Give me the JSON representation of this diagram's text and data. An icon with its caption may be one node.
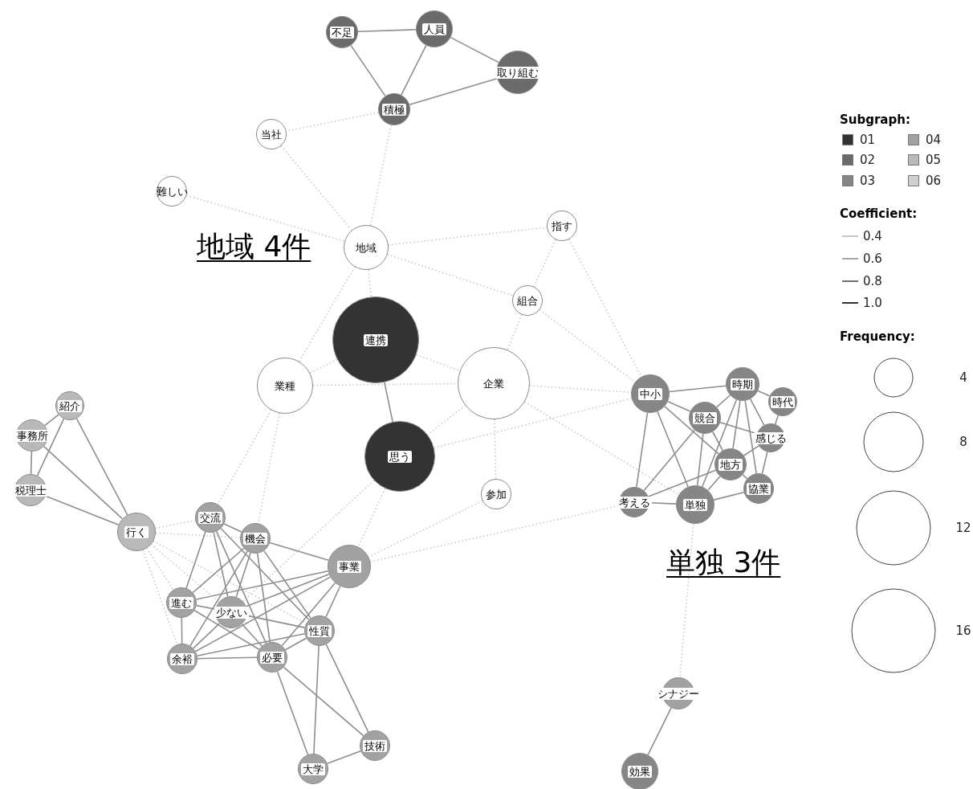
{
  "diagram": {
    "nodes": [
      {
        "text": [
          "不足"
        ]
      },
      {
        "text": [
          "人員"
        ]
      },
      {
        "text": [
          "取り組む"
        ]
      },
      {
        "text": [
          "積極"
        ]
      },
      {
        "text": [
          "当社"
        ]
      },
      {
        "text": [
          "難しい"
        ]
      },
      {
        "text": [
          "地域"
        ]
      },
      {
        "text": [
          "指す"
        ]
      },
      {
        "text": [
          "組合"
        ]
      },
      {
        "text": [
          "連携"
        ]
      },
      {
        "text": [
          "業種"
        ]
      },
      {
        "text": [
          "企業"
        ]
      },
      {
        "text": [
          "思う"
        ]
      },
      {
        "text": [
          "参加"
        ]
      },
      {
        "text": [
          "中小"
        ]
      },
      {
        "text": [
          "時期"
        ]
      },
      {
        "text": [
          "競合"
        ]
      },
      {
        "text": [
          "時代"
        ]
      },
      {
        "text": [
          "感じる"
        ]
      },
      {
        "text": [
          "地方"
        ]
      },
      {
        "text": [
          "単独"
        ]
      },
      {
        "text": [
          "協業"
        ]
      },
      {
        "text": [
          "考える"
        ]
      },
      {
        "text": [
          "シナジー"
        ]
      },
      {
        "text": [
          "効果"
        ]
      },
      {
        "text": [
          "紹介"
        ]
      },
      {
        "text": [
          "事務所"
        ]
      },
      {
        "text": [
          "税理士"
        ]
      },
      {
        "text": [
          "行く"
        ]
      },
      {
        "text": [
          "交流"
        ]
      },
      {
        "text": [
          "機会"
        ]
      },
      {
        "text": [
          "事業"
        ]
      },
      {
        "text": [
          "進む"
        ]
      },
      {
        "text": [
          "少ない"
        ]
      },
      {
        "text": [
          "性質"
        ]
      },
      {
        "text": [
          "余裕"
        ]
      },
      {
        "text": [
          "必要"
        ]
      },
      {
        "text": [
          "技術"
        ]
      },
      {
        "text": [
          "大学"
        ]
      }
    ],
    "edges": [
      {
        "from": 0,
        "to": 1,
        "arrow": "none"
      },
      {
        "from": 0,
        "to": 3,
        "arrow": "none"
      },
      {
        "from": 1,
        "to": 3,
        "arrow": "none"
      },
      {
        "from": 1,
        "to": 2,
        "arrow": "none"
      },
      {
        "from": 2,
        "to": 3,
        "arrow": "none"
      },
      {
        "from": 3,
        "to": 4,
        "arrow": "none",
        "style": "dashed"
      },
      {
        "from": 3,
        "to": 6,
        "arrow": "none",
        "style": "dashed"
      },
      {
        "from": 4,
        "to": 6,
        "arrow": "none",
        "style": "dashed"
      },
      {
        "from": 5,
        "to": 6,
        "arrow": "none",
        "style": "dashed"
      },
      {
        "from": 6,
        "to": 7,
        "arrow": "none",
        "style": "dashed"
      },
      {
        "from": 6,
        "to": 8,
        "arrow": "none",
        "style": "dashed"
      },
      {
        "from": 6,
        "to": 9,
        "arrow": "none",
        "style": "dashed"
      },
      {
        "from": 6,
        "to": 10,
        "arrow": "none",
        "style": "dashed"
      },
      {
        "from": 7,
        "to": 8,
        "arrow": "none",
        "style": "dashed"
      },
      {
        "from": 7,
        "to": 14,
        "arrow": "none",
        "style": "dashed"
      },
      {
        "from": 8,
        "to": 11,
        "arrow": "none",
        "style": "dashed"
      },
      {
        "from": 8,
        "to": 14,
        "arrow": "none",
        "style": "dashed"
      },
      {
        "from": 9,
        "to": 10,
        "arrow": "none",
        "style": "dashed"
      },
      {
        "from": 9,
        "to": 11,
        "arrow": "none",
        "style": "dashed"
      },
      {
        "from": 9,
        "to": 12,
        "arrow": "none"
      },
      {
        "from": 10,
        "to": 11,
        "arrow": "none",
        "style": "dashed"
      },
      {
        "from": 10,
        "to": 29,
        "arrow": "none",
        "style": "dashed"
      },
      {
        "from": 10,
        "to": 30,
        "arrow": "none",
        "style": "dashed"
      },
      {
        "from": 11,
        "to": 12,
        "arrow": "none",
        "style": "dashed"
      },
      {
        "from": 11,
        "to": 13,
        "arrow": "none",
        "style": "dashed"
      },
      {
        "from": 11,
        "to": 14,
        "arrow": "none",
        "style": "dashed"
      },
      {
        "from": 11,
        "to": 20,
        "arrow": "none",
        "style": "dashed"
      },
      {
        "from": 12,
        "to": 14,
        "arrow": "none",
        "style": "dashed"
      },
      {
        "from": 12,
        "to": 31,
        "arrow": "none",
        "style": "dashed"
      },
      {
        "from": 12,
        "to": 33,
        "arrow": "none",
        "style": "dashed"
      },
      {
        "from": 13,
        "to": 31,
        "arrow": "none",
        "style": "dashed"
      },
      {
        "from": 31,
        "to": 22,
        "arrow": "none",
        "style": "dashed"
      },
      {
        "from": 25,
        "to": 26,
        "arrow": "none"
      },
      {
        "from": 25,
        "to": 27,
        "arrow": "none"
      },
      {
        "from": 26,
        "to": 27,
        "arrow": "none"
      },
      {
        "from": 25,
        "to": 28,
        "arrow": "none"
      },
      {
        "from": 26,
        "to": 28,
        "arrow": "none"
      },
      {
        "from": 27,
        "to": 28,
        "arrow": "none"
      },
      {
        "from": 28,
        "to": 29,
        "arrow": "none",
        "style": "dashed"
      },
      {
        "from": 28,
        "to": 30,
        "arrow": "none",
        "style": "dashed"
      },
      {
        "from": 28,
        "to": 32,
        "arrow": "none",
        "style": "dashed"
      },
      {
        "from": 28,
        "to": 33,
        "arrow": "none",
        "style": "dashed"
      },
      {
        "from": 28,
        "to": 35,
        "arrow": "none",
        "style": "dashed"
      },
      {
        "from": 28,
        "to": 34,
        "arrow": "none",
        "style": "dashed"
      },
      {
        "from": 29,
        "to": 30,
        "arrow": "none"
      },
      {
        "from": 29,
        "to": 32,
        "arrow": "none"
      },
      {
        "from": 29,
        "to": 33,
        "arrow": "none"
      },
      {
        "from": 29,
        "to": 36,
        "arrow": "none"
      },
      {
        "from": 29,
        "to": 34,
        "arrow": "none"
      },
      {
        "from": 30,
        "to": 31,
        "arrow": "none"
      },
      {
        "from": 30,
        "to": 32,
        "arrow": "none"
      },
      {
        "from": 30,
        "to": 33,
        "arrow": "none"
      },
      {
        "from": 30,
        "to": 35,
        "arrow": "none"
      },
      {
        "from": 30,
        "to": 36,
        "arrow": "none"
      },
      {
        "from": 30,
        "to": 34,
        "arrow": "none"
      },
      {
        "from": 31,
        "to": 32,
        "arrow": "none"
      },
      {
        "from": 31,
        "to": 33,
        "arrow": "none"
      },
      {
        "from": 31,
        "to": 35,
        "arrow": "none"
      },
      {
        "from": 31,
        "to": 34,
        "arrow": "none"
      },
      {
        "from": 31,
        "to": 36,
        "arrow": "none"
      },
      {
        "from": 32,
        "to": 33,
        "arrow": "none"
      },
      {
        "from": 32,
        "to": 35,
        "arrow": "none"
      },
      {
        "from": 32,
        "to": 36,
        "arrow": "none"
      },
      {
        "from": 33,
        "to": 35,
        "arrow": "none"
      },
      {
        "from": 33,
        "to": 34,
        "arrow": "none"
      },
      {
        "from": 33,
        "to": 36,
        "arrow": "none"
      },
      {
        "from": 35,
        "to": 36,
        "arrow": "none"
      },
      {
        "from": 35,
        "to": 34,
        "arrow": "none"
      },
      {
        "from": 34,
        "to": 36,
        "arrow": "none"
      },
      {
        "from": 34,
        "to": 38,
        "arrow": "none"
      },
      {
        "from": 34,
        "to": 37,
        "arrow": "none"
      },
      {
        "from": 36,
        "to": 38,
        "arrow": "none"
      },
      {
        "from": 36,
        "to": 37,
        "arrow": "none"
      },
      {
        "from": 37,
        "to": 38,
        "arrow": "none"
      },
      {
        "from": 14,
        "to": 15,
        "arrow": "none"
      },
      {
        "from": 14,
        "to": 16,
        "arrow": "none"
      },
      {
        "from": 14,
        "to": 19,
        "arrow": "none"
      },
      {
        "from": 14,
        "to": 20,
        "arrow": "none"
      },
      {
        "from": 14,
        "to": 22,
        "arrow": "none"
      },
      {
        "from": 15,
        "to": 16,
        "arrow": "none"
      },
      {
        "from": 15,
        "to": 17,
        "arrow": "none"
      },
      {
        "from": 15,
        "to": 18,
        "arrow": "none"
      },
      {
        "from": 15,
        "to": 19,
        "arrow": "none"
      },
      {
        "from": 15,
        "to": 20,
        "arrow": "none"
      },
      {
        "from": 15,
        "to": 21,
        "arrow": "none"
      },
      {
        "from": 16,
        "to": 18,
        "arrow": "none"
      },
      {
        "from": 16,
        "to": 19,
        "arrow": "none"
      },
      {
        "from": 16,
        "to": 20,
        "arrow": "none"
      },
      {
        "from": 16,
        "to": 22,
        "arrow": "none"
      },
      {
        "from": 17,
        "to": 18,
        "arrow": "none"
      },
      {
        "from": 18,
        "to": 19,
        "arrow": "none"
      },
      {
        "from": 18,
        "to": 21,
        "arrow": "none"
      },
      {
        "from": 19,
        "to": 20,
        "arrow": "none"
      },
      {
        "from": 19,
        "to": 21,
        "arrow": "none"
      },
      {
        "from": 19,
        "to": 22,
        "arrow": "none"
      },
      {
        "from": 20,
        "to": 21,
        "arrow": "none"
      },
      {
        "from": 20,
        "to": 22,
        "arrow": "none"
      },
      {
        "from": 20,
        "to": 23,
        "arrow": "none",
        "style": "dashed"
      },
      {
        "from": 23,
        "to": 24,
        "arrow": "none"
      }
    ],
    "labels": [
      "地域 4件",
      "単独 3件",
      "Subgraph:",
      "Coefficient:",
      "Frequency:"
    ],
    "legend": [
      {
        "text": "01",
        "color": "#333333"
      },
      {
        "text": "02",
        "color": "#6b6b6b"
      },
      {
        "text": "03",
        "color": "#868686"
      },
      {
        "text": "04",
        "color": "#a2a2a2"
      },
      {
        "text": "05",
        "color": "#b9b9b9"
      },
      {
        "text": "06",
        "color": "#d0d0d0"
      },
      {
        "text": "0.4"
      },
      {
        "text": "0.6"
      },
      {
        "text": "0.8"
      },
      {
        "text": "1.0"
      },
      {
        "text": "4"
      },
      {
        "text": "8"
      },
      {
        "text": "12"
      },
      {
        "text": "16"
      }
    ]
  }
}
